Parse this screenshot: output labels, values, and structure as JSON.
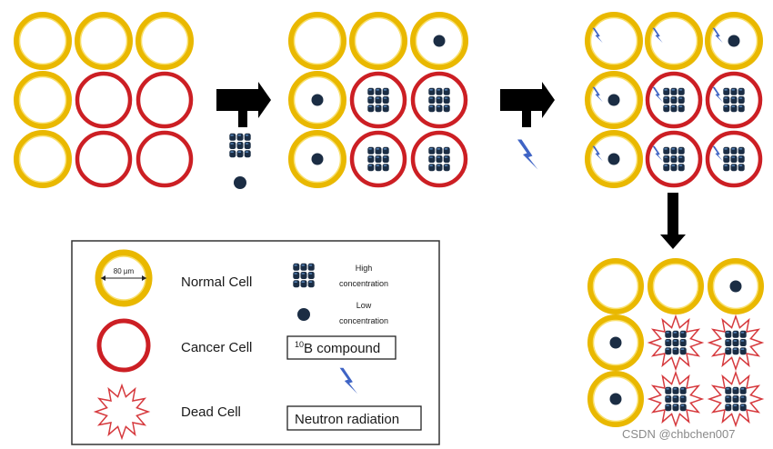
{
  "colors": {
    "normal_ring": "#e9b800",
    "normal_ring_inner": "#f8df6a",
    "cancer_ring": "#cc1f24",
    "dead_star": "#d63a3e",
    "compound": "#1b2d44",
    "compound_highlight": "#5b8dc5",
    "neutron": "#3f64c5",
    "arrow": "#000000",
    "legend_border": "#333333"
  },
  "icons": {
    "process_arrow": "tee-arrow-icon",
    "down_arrow": "down-arrow-icon",
    "high_concentration": "boron-cluster-icon",
    "low_concentration": "dot-icon",
    "neutron": "lightning-bolt-icon",
    "dead_cell": "starburst-icon"
  },
  "stages": [
    {
      "id": "initial",
      "cells": [
        {
          "type": "normal",
          "boron": "none",
          "neutron": false
        },
        {
          "type": "normal",
          "boron": "none",
          "neutron": false
        },
        {
          "type": "normal",
          "boron": "none",
          "neutron": false
        },
        {
          "type": "normal",
          "boron": "none",
          "neutron": false
        },
        {
          "type": "cancer",
          "boron": "none",
          "neutron": false
        },
        {
          "type": "cancer",
          "boron": "none",
          "neutron": false
        },
        {
          "type": "normal",
          "boron": "none",
          "neutron": false
        },
        {
          "type": "cancer",
          "boron": "none",
          "neutron": false
        },
        {
          "type": "cancer",
          "boron": "none",
          "neutron": false
        }
      ]
    },
    {
      "id": "boron-uptake",
      "cells": [
        {
          "type": "normal",
          "boron": "none",
          "neutron": false
        },
        {
          "type": "normal",
          "boron": "none",
          "neutron": false
        },
        {
          "type": "normal",
          "boron": "low",
          "neutron": false
        },
        {
          "type": "normal",
          "boron": "low",
          "neutron": false
        },
        {
          "type": "cancer",
          "boron": "high",
          "neutron": false
        },
        {
          "type": "cancer",
          "boron": "high",
          "neutron": false
        },
        {
          "type": "normal",
          "boron": "low",
          "neutron": false
        },
        {
          "type": "cancer",
          "boron": "high",
          "neutron": false
        },
        {
          "type": "cancer",
          "boron": "high",
          "neutron": false
        }
      ]
    },
    {
      "id": "irradiation",
      "cells": [
        {
          "type": "normal",
          "boron": "none",
          "neutron": true
        },
        {
          "type": "normal",
          "boron": "none",
          "neutron": true
        },
        {
          "type": "normal",
          "boron": "low",
          "neutron": true
        },
        {
          "type": "normal",
          "boron": "low",
          "neutron": true
        },
        {
          "type": "cancer",
          "boron": "high",
          "neutron": true
        },
        {
          "type": "cancer",
          "boron": "high",
          "neutron": true
        },
        {
          "type": "normal",
          "boron": "low",
          "neutron": true
        },
        {
          "type": "cancer",
          "boron": "high",
          "neutron": true
        },
        {
          "type": "cancer",
          "boron": "high",
          "neutron": true
        }
      ]
    },
    {
      "id": "result",
      "cells": [
        {
          "type": "normal",
          "boron": "none",
          "neutron": false
        },
        {
          "type": "normal",
          "boron": "none",
          "neutron": false
        },
        {
          "type": "normal",
          "boron": "low",
          "neutron": false
        },
        {
          "type": "normal",
          "boron": "low",
          "neutron": false
        },
        {
          "type": "dead",
          "boron": "high",
          "neutron": false
        },
        {
          "type": "dead",
          "boron": "high",
          "neutron": false
        },
        {
          "type": "normal",
          "boron": "low",
          "neutron": false
        },
        {
          "type": "dead",
          "boron": "high",
          "neutron": false
        },
        {
          "type": "dead",
          "boron": "high",
          "neutron": false
        }
      ]
    }
  ],
  "legend": {
    "size_label": "80 µm",
    "normal_cell": "Normal Cell",
    "cancer_cell": "Cancer Cell",
    "dead_cell": "Dead Cell",
    "high_concentration_line1": "High",
    "high_concentration_line2": "concentration",
    "low_concentration_line1": "Low",
    "low_concentration_line2": "concentration",
    "compound_superscript": "10",
    "compound_label": "B compound",
    "neutron_label": "Neutron radiation"
  },
  "watermark": "CSDN @chbchen007"
}
